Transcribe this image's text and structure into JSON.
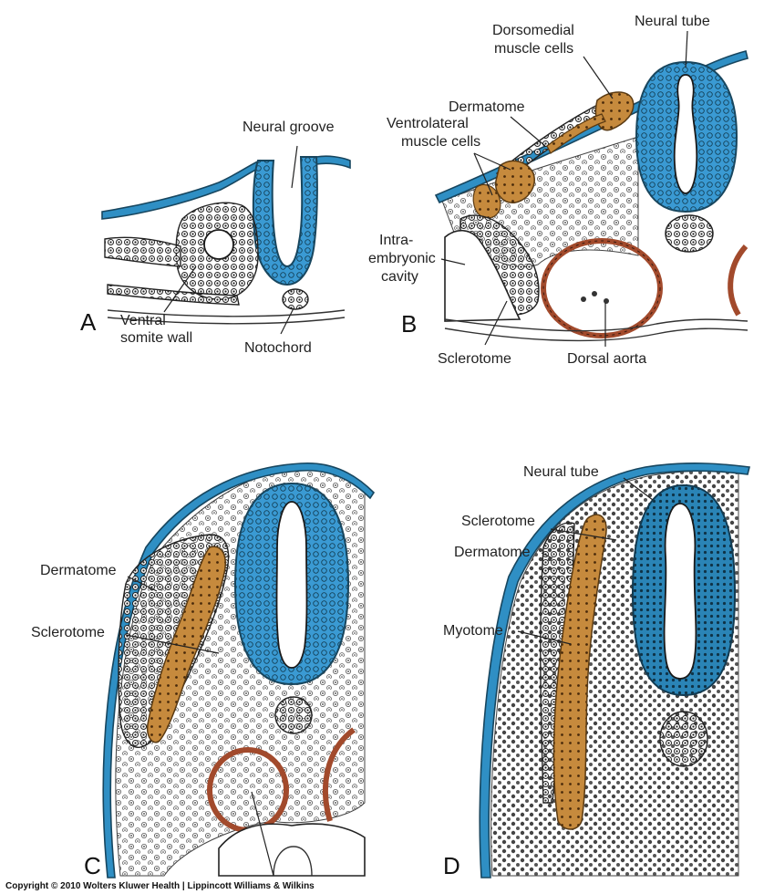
{
  "panels": {
    "A": {
      "letter": "A",
      "labels": {
        "neural_groove": "Neural groove",
        "ventral_somite_wall_1": "Ventral",
        "ventral_somite_wall_2": "somite wall",
        "notochord": "Notochord"
      }
    },
    "B": {
      "letter": "B",
      "labels": {
        "neural_tube": "Neural tube",
        "dorsomedial_1": "Dorsomedial",
        "dorsomedial_2": "muscle cells",
        "dermatome": "Dermatome",
        "ventrolateral_1": "Ventrolateral",
        "ventrolateral_2": "muscle cells",
        "intra_1": "Intra-",
        "intra_2": "embryonic",
        "intra_3": "cavity",
        "sclerotome": "Sclerotome",
        "dorsal_aorta": "Dorsal aorta"
      }
    },
    "C": {
      "letter": "C",
      "labels": {
        "dermatome": "Dermatome",
        "sclerotome": "Sclerotome"
      }
    },
    "D": {
      "letter": "D",
      "labels": {
        "neural_tube": "Neural tube",
        "sclerotome": "Sclerotome",
        "dermatome": "Dermatome",
        "myotome": "Myotome"
      }
    }
  },
  "copyright": "Copyright © 2010 Wolters Kluwer Health | Lippincott Williams & Wilkins",
  "colors": {
    "ectoderm_blue": "#2f8fc4",
    "muscle_orange": "#c68a3d",
    "aorta_red": "#a24a2c"
  }
}
